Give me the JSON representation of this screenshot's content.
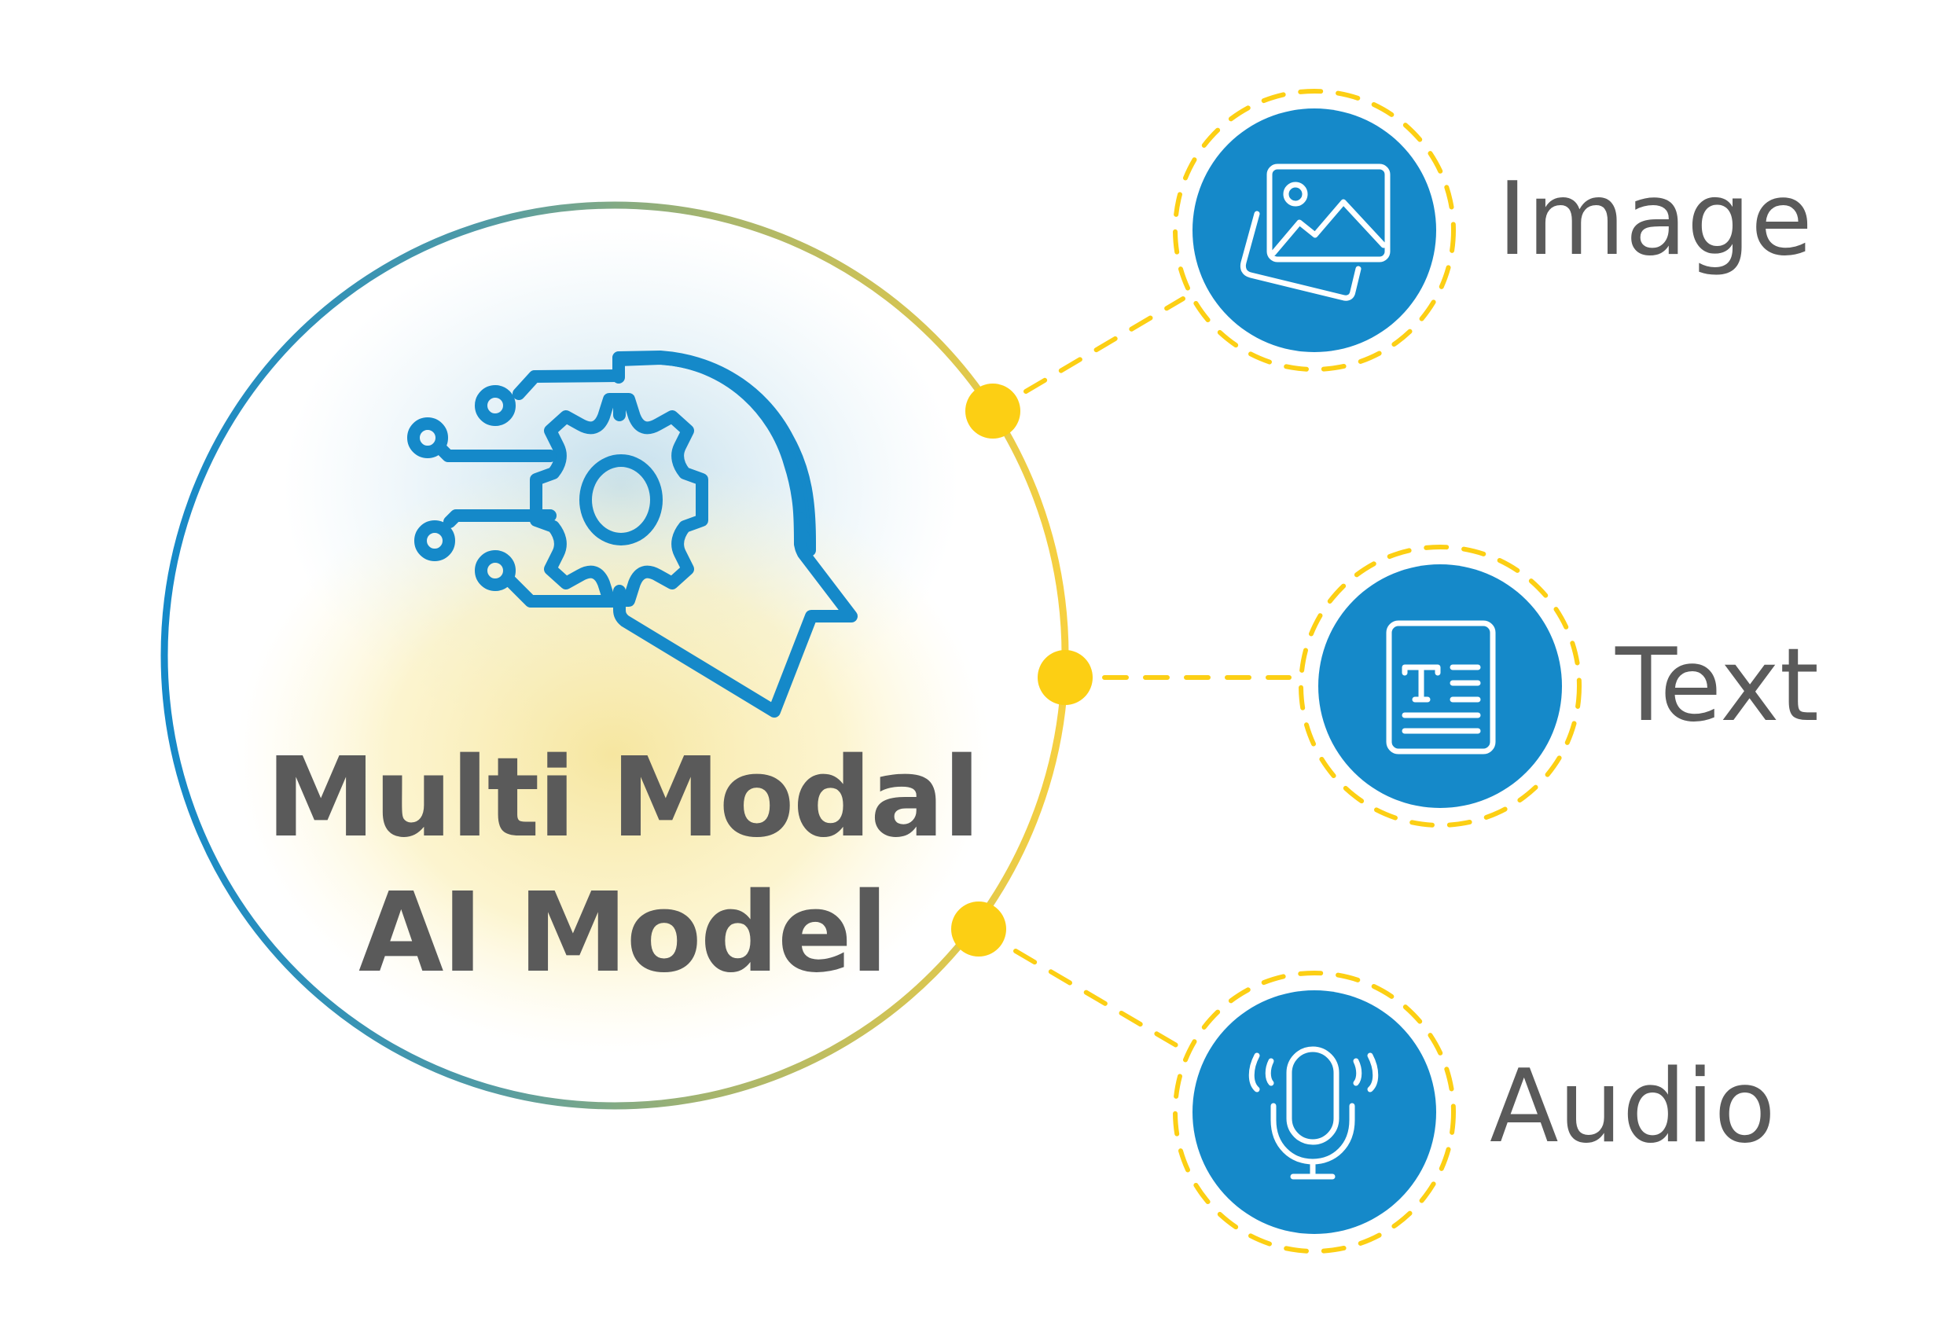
{
  "diagram": {
    "central_node": {
      "title_lines": [
        "Multi Modal",
        "AI Model"
      ],
      "icon": "ai-head-gear-icon"
    },
    "modalities": [
      {
        "label": "Image",
        "icon": "image-gallery-icon"
      },
      {
        "label": "Text",
        "icon": "text-document-icon"
      },
      {
        "label": "Audio",
        "icon": "microphone-icon"
      }
    ],
    "colors": {
      "primary_blue": "#1589C9",
      "accent_yellow": "#FCCF14",
      "text_gray": "#5A5A5A",
      "ring_gradient": [
        "#1589C9",
        "#6FA089",
        "#C7BD5A",
        "#F5D046"
      ]
    }
  }
}
